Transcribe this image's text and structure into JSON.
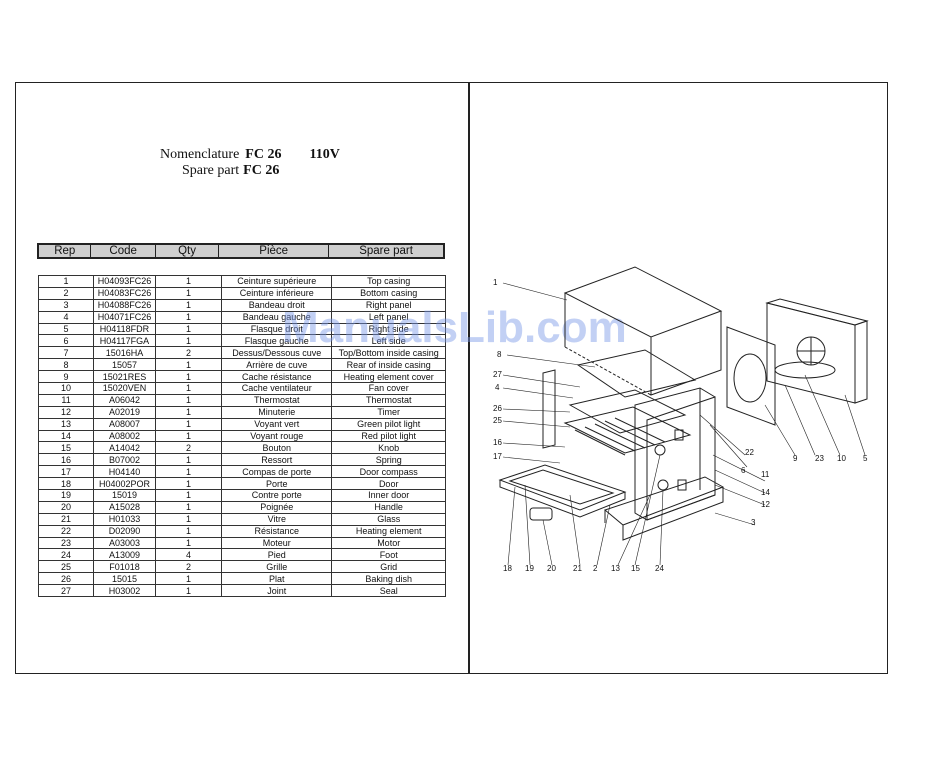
{
  "title": {
    "nomenclature_prefix": "Nomenclature",
    "nomenclature_model": "FC 26",
    "voltage": "110V",
    "spare_prefix": "Spare part",
    "spare_model": "FC 26"
  },
  "columns": [
    "Rep",
    "Code",
    "Qty",
    "Pièce",
    "Spare part"
  ],
  "rows": [
    [
      "1",
      "H04093FC26",
      "1",
      "Ceinture supérieure",
      "Top casing"
    ],
    [
      "2",
      "H04083FC26",
      "1",
      "Ceinture inférieure",
      "Bottom casing"
    ],
    [
      "3",
      "H04088FC26",
      "1",
      "Bandeau droit",
      "Right panel"
    ],
    [
      "4",
      "H04071FC26",
      "1",
      "Bandeau gauche",
      "Left panel"
    ],
    [
      "5",
      "H04118FDR",
      "1",
      "Flasque droit",
      "Right side"
    ],
    [
      "6",
      "H04117FGA",
      "1",
      "Flasque gauche",
      "Left side"
    ],
    [
      "7",
      "15016HA",
      "2",
      "Dessus/Dessous cuve",
      "Top/Bottom inside casing"
    ],
    [
      "8",
      "15057",
      "1",
      "Arrière de cuve",
      "Rear of inside casing"
    ],
    [
      "9",
      "15021RES",
      "1",
      "Cache résistance",
      "Heating element cover"
    ],
    [
      "10",
      "15020VEN",
      "1",
      "Cache ventilateur",
      "Fan cover"
    ],
    [
      "11",
      "A06042",
      "1",
      "Thermostat",
      "Thermostat"
    ],
    [
      "12",
      "A02019",
      "1",
      "Minuterie",
      "Timer"
    ],
    [
      "13",
      "A08007",
      "1",
      "Voyant vert",
      "Green pilot light"
    ],
    [
      "14",
      "A08002",
      "1",
      "Voyant rouge",
      "Red pilot light"
    ],
    [
      "15",
      "A14042",
      "2",
      "Bouton",
      "Knob"
    ],
    [
      "16",
      "B07002",
      "1",
      "Ressort",
      "Spring"
    ],
    [
      "17",
      "H04140",
      "1",
      "Compas de porte",
      "Door compass"
    ],
    [
      "18",
      "H04002POR",
      "1",
      "Porte",
      "Door"
    ],
    [
      "19",
      "15019",
      "1",
      "Contre porte",
      "Inner door"
    ],
    [
      "20",
      "A15028",
      "1",
      "Poignée",
      "Handle"
    ],
    [
      "21",
      "H01033",
      "1",
      "Vitre",
      "Glass"
    ],
    [
      "22",
      "D02090",
      "1",
      "Résistance",
      "Heating element"
    ],
    [
      "23",
      "A03003",
      "1",
      "Moteur",
      "Motor"
    ],
    [
      "24",
      "A13009",
      "4",
      "Pied",
      "Foot"
    ],
    [
      "25",
      "F01018",
      "2",
      "Grille",
      "Grid"
    ],
    [
      "26",
      "15015",
      "1",
      "Plat",
      "Baking dish"
    ],
    [
      "27",
      "H03002",
      "1",
      "Joint",
      "Seal"
    ]
  ],
  "watermark": "ManualsLib.com",
  "diagram_callouts": [
    "1",
    "27",
    "4",
    "26",
    "25",
    "16",
    "17",
    "8",
    "6",
    "22",
    "9",
    "23",
    "10",
    "5",
    "11",
    "14",
    "12",
    "3",
    "18",
    "19",
    "20",
    "21",
    "2",
    "13",
    "15",
    "24"
  ]
}
